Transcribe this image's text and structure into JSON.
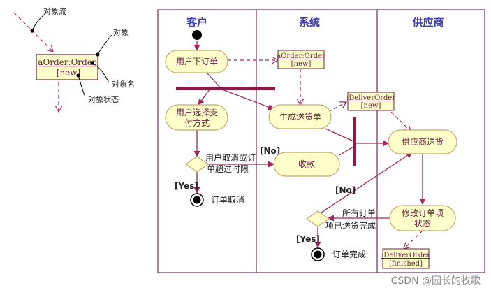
{
  "legend": {
    "object_flow_label": "对象流",
    "object_label": "对象",
    "object_name_label": "对象名",
    "object_state_label": "对象状态",
    "object_name": "aOrder:Order",
    "object_state": "[new]"
  },
  "lanes": {
    "customer": "客户",
    "system": "系统",
    "supplier": "供应商"
  },
  "nodes": {
    "place_order": "用户下订单",
    "choose_payment_1": "用户选择支",
    "choose_payment_2": "付方式",
    "cancel_cond_1": "用户取消或订",
    "cancel_cond_2": "单超过时限",
    "order_cancelled": "订单取消",
    "generate_delivery": "生成送货单",
    "collect_payment": "收款",
    "supplier_deliver": "供应商送货",
    "modify_item_1": "修改订单项",
    "modify_item_2": "状态",
    "all_items_1": "所有订单",
    "all_items_2": "项已送货完成",
    "order_completed": "订单完成"
  },
  "objects": {
    "order_new_name": "aOrder:Order",
    "order_new_state": "[new]",
    "deliver_new_name": ":DeliverOrder",
    "deliver_new_state": "[new]",
    "deliver_finished_name": ":DeliverOrder",
    "deliver_finished_state": "[finished]"
  },
  "guards": {
    "no_1": "[No]",
    "yes_1": "[Yes]",
    "no_2": "[No]",
    "yes_2": "[Yes]"
  },
  "watermark": "CSDN @园长的牧歌",
  "colors": {
    "node_fill": "#ffffcc",
    "node_stroke": "#c8a870",
    "flow": "#a0285a",
    "bar": "#8b1a44",
    "lane_border": "#7b2a5a",
    "lane_title": "#3b3bb5"
  }
}
